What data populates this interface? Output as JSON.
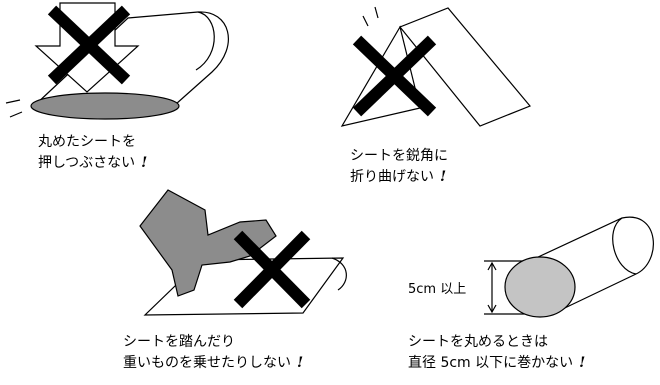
{
  "panels": [
    {
      "line1": "丸めたシートを",
      "line2": "押しつぶさない",
      "mark": "!"
    },
    {
      "line1": "シートを鋭角に",
      "line2": "折り曲げない",
      "mark": "!"
    },
    {
      "line1": "シートを踏んだり",
      "line2": "重いものを乗せたりしない",
      "mark": "!"
    },
    {
      "line1": "シートを丸めるときは",
      "line2": "直径 5cm 以下に巻かない",
      "mark": "!"
    }
  ],
  "dimension_label": "5cm 以上",
  "colors": {
    "fill_gray": "#8c8c8c",
    "light_gray": "#c4c4c4",
    "cross": "#000000",
    "line": "#000000"
  },
  "icons": [
    "prohibition-cross-icon",
    "down-arrow-icon",
    "boot-icon",
    "rolled-sheet-icon"
  ]
}
